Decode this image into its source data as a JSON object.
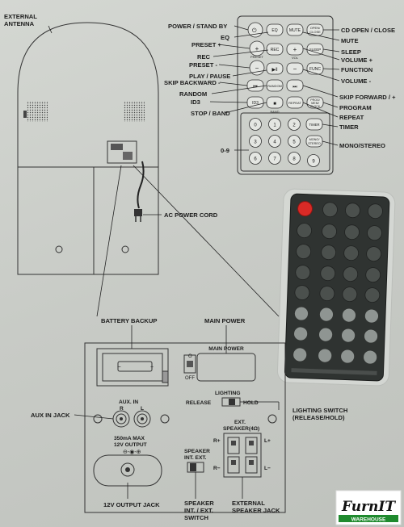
{
  "main_unit": {
    "external_antenna": [
      "EXTERNAL",
      "ANTENNA"
    ],
    "ac_power_cord": "AC POWER CORD"
  },
  "remote_labels_left": {
    "power_standby": "POWER / STAND BY",
    "eq": "EQ",
    "preset_plus": "PRESET +",
    "rec": "REC",
    "preset_minus": "PRESET -",
    "play_pause": "PLAY / PAUSE",
    "skip_backward": "SKIP BACKWARD -",
    "random": "RANDOM",
    "id3": "ID3",
    "stop_band": "STOP / BAND",
    "digits": "0-9"
  },
  "remote_labels_right": {
    "cd_open_close": "CD OPEN / CLOSE",
    "mute": "MUTE",
    "sleep": "SLEEP",
    "volume_plus": "VOLUME +",
    "function": "FUNCTION",
    "volume_minus": "VOLUME -",
    "skip_forward": "SKIP FORWARD / +",
    "program": "PROGRAM",
    "repeat": "REPEAT",
    "timer": "TIMER",
    "mono_stereo": "MONO/STEREO"
  },
  "remote_keys": {
    "eq": "EQ",
    "mute": "MUTE",
    "open_close": [
      "OPEN/",
      "CLOSE"
    ],
    "preset": "PRESET",
    "rec": "REC",
    "vol": "VOL",
    "sleep": "SLEEP",
    "func": "FUNC",
    "random": "RANDOM",
    "id3": "ID3",
    "repeat": "REPEAT",
    "prog": [
      "PROG/",
      "MEM/",
      "CLOCK"
    ],
    "band": "BAND",
    "timer": "TIMER",
    "mono": [
      "MONO/",
      "STEREO"
    ],
    "digits": [
      "0",
      "1",
      "2",
      "3",
      "4",
      "5",
      "6",
      "7",
      "8",
      "9"
    ]
  },
  "back_panel": {
    "battery_backup": "BATTERY BACKUP",
    "main_power": "MAIN POWER",
    "main_power_panel": "MAIN POWER",
    "switch_on": "O",
    "switch_off": "OFF",
    "lighting": "LIGHTING",
    "release": "RELEASE",
    "hold": "HOLD",
    "aux_in": "AUX. IN",
    "aux_r": "R",
    "aux_l": "L",
    "aux_in_jack": "AUX IN JACK",
    "max_rating": "350mA MAX",
    "output_12v": "12V OUTPUT",
    "lighting_switch": [
      "LIGHTING SWITCH",
      "(RELEASE/HOLD)"
    ],
    "ext_speaker": [
      "EXT.",
      "SPEAKER(4Ω)"
    ],
    "r_plus": "R+",
    "r_minus": "R−",
    "l_plus": "L+",
    "l_minus": "L−",
    "speaker": "SPEAKER",
    "int_ext": "INT.  EXT.",
    "output_jack_12v": "12V OUTPUT JACK",
    "speaker_switch": [
      "SPEAKER",
      "INT. / EXT.",
      "SWITCH"
    ],
    "external_speaker_jack": [
      "EXTERNAL",
      "SPEAKER JACK"
    ]
  },
  "logo": {
    "brand": "FurnIT",
    "sub": "WAREHOUSE"
  }
}
